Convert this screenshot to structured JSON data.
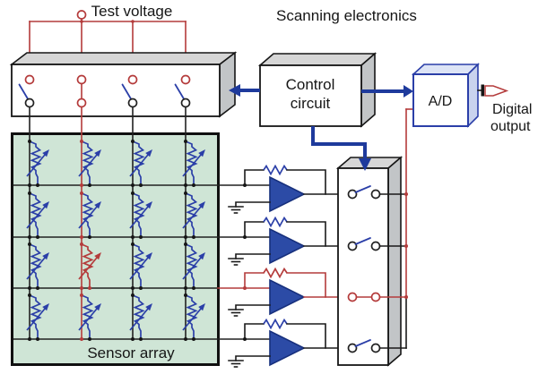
{
  "labels": {
    "test_voltage": "Test voltage",
    "scanning_electronics": "Scanning electronics",
    "control_line1": "Control",
    "control_line2": "circuit",
    "ad": "A/D",
    "digital_line1": "Digital",
    "digital_line2": "output",
    "sensor_array": "Sensor array"
  },
  "circuit": {
    "sensor_grid": {
      "columns": 4,
      "rows": 4
    },
    "column_switches": [
      "open",
      "closed",
      "open",
      "open"
    ],
    "mux_switches": [
      "open",
      "open",
      "closed",
      "open"
    ],
    "amplifiers": 4,
    "selected_column": 2,
    "selected_row": 3
  },
  "colors": {
    "red": "#b43b3b",
    "blue": "#2b3fa8",
    "navy": "#1e3a9c",
    "amp_fill": "#2c4ba6",
    "amp_stroke": "#17307d",
    "green_fill": "#cfe5d6",
    "gray_top": "#d6d6d6",
    "gray_side": "#c2c5c7",
    "ad_face": "#dde4f6",
    "ad_side": "#c9d3ee",
    "wire": "#1a1a1a",
    "grid": "#212121"
  }
}
